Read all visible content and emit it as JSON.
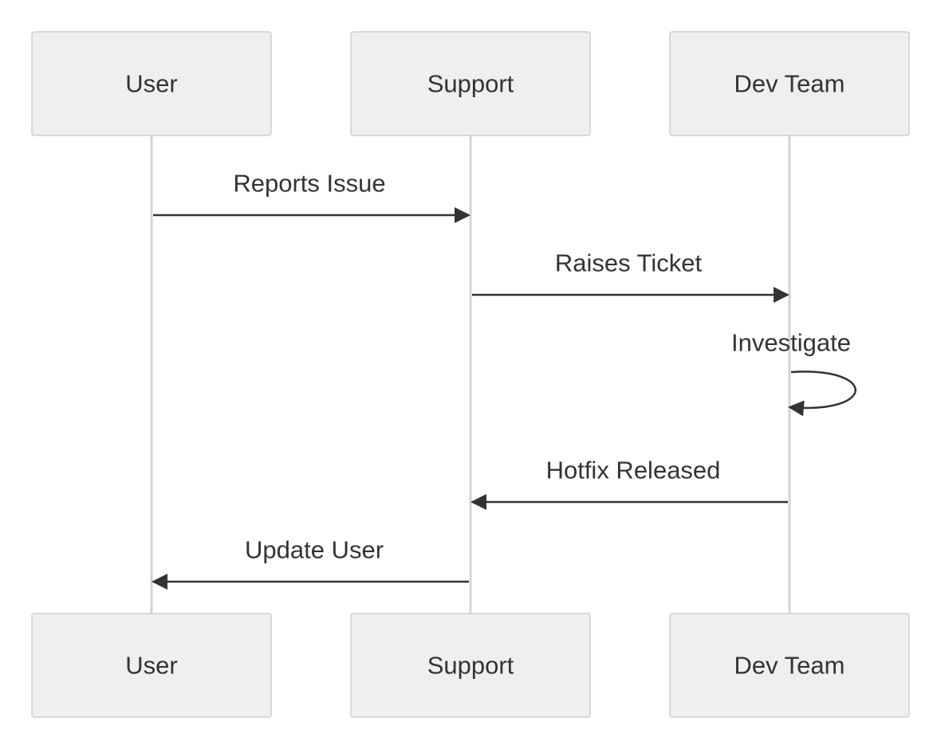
{
  "colors": {
    "background": "#ffffff",
    "actor_fill": "#efefef",
    "actor_border": "#cfcfcf",
    "lifeline": "#d4d4d4",
    "line": "#333333",
    "text": "#333333"
  },
  "actors": [
    {
      "id": "user",
      "label": "User"
    },
    {
      "id": "support",
      "label": "Support"
    },
    {
      "id": "dev",
      "label": "Dev Team"
    }
  ],
  "messages": [
    {
      "from": 0,
      "to": 1,
      "label": "Reports Issue"
    },
    {
      "from": 1,
      "to": 2,
      "label": "Raises Ticket"
    },
    {
      "from": 2,
      "to": 2,
      "label": "Investigate"
    },
    {
      "from": 2,
      "to": 1,
      "label": "Hotfix Released"
    },
    {
      "from": 1,
      "to": 0,
      "label": "Update User"
    }
  ]
}
